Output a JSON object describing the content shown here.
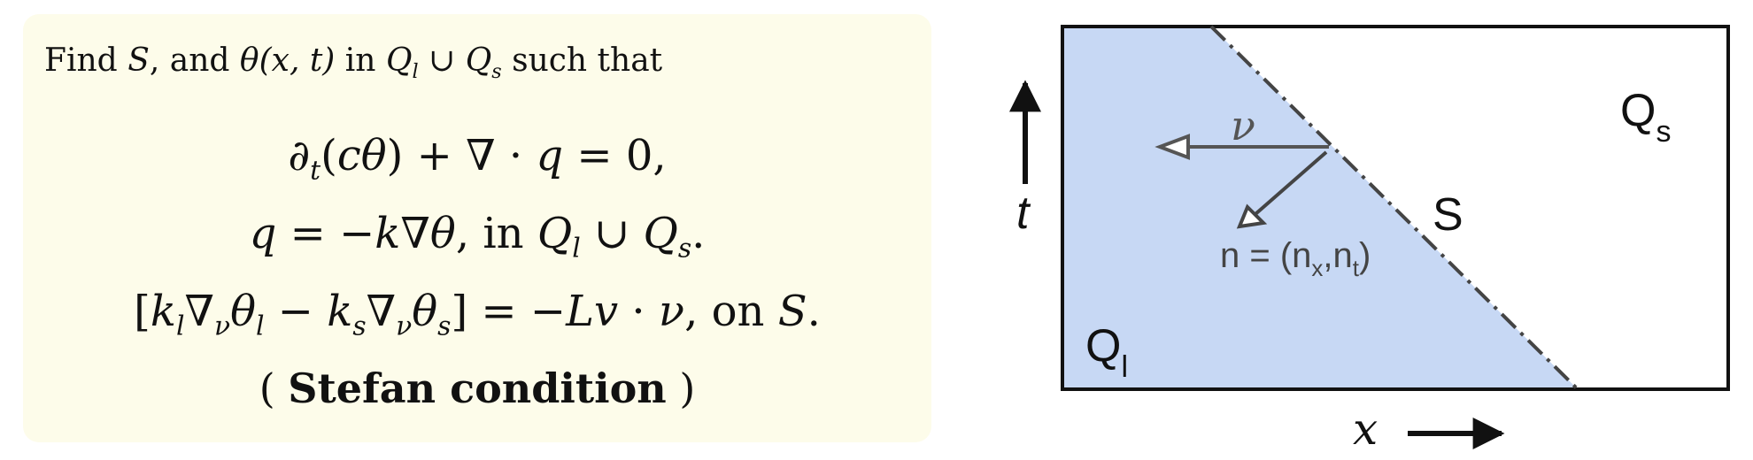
{
  "left_panel": {
    "lead": {
      "find": "Find",
      "s": "S",
      "and": ", and",
      "theta": "θ",
      "args": "(x, t)",
      "in": "in",
      "ql": "Q",
      "ql_sub": "l",
      "cup": "∪",
      "qs": "Q",
      "qs_sub": "s",
      "suffix": "such that"
    },
    "eq1": {
      "partial": "∂",
      "partial_sub": "t",
      "open": "(",
      "c": "c",
      "theta": "θ",
      "close": ")",
      "rest": " + ∇ · ",
      "q": "q",
      "eq": " = 0,"
    },
    "eq2": {
      "q": "q",
      "eq": " = −",
      "k": "k",
      "nabla": "∇",
      "theta": "θ",
      "in": ",  in ",
      "ql": "Q",
      "ql_sub": "l",
      "cup": " ∪ ",
      "qs": "Q",
      "qs_sub": "s",
      "end": "."
    },
    "eq3": {
      "open": "[",
      "kl": "k",
      "kl_sub": "l",
      "nabla1": "∇",
      "nu1": "ν",
      "thetal": "θ",
      "thetal_sub": "l",
      "minus": " − ",
      "ks": "k",
      "ks_sub": "s",
      "nabla2": "∇",
      "nu2": "ν",
      "thetas": "θ",
      "thetas_sub": "s",
      "close": "] = −",
      "L": "L",
      "v": "v",
      "dot": " · ",
      "nu": "ν",
      "on": ",  on ",
      "S": "S",
      "end": "."
    },
    "eq4": {
      "open": "( ",
      "text": "Stefan condition",
      "close": " )"
    }
  },
  "diagram": {
    "t_label": "t",
    "x_label": "x",
    "Qs_label": "Q",
    "Qs_sub": "s",
    "Ql_label": "Q",
    "Ql_sub": "l",
    "S_label": "S",
    "nu_label": "ν",
    "n_label_prefix": "n = (n",
    "n_sub_x": "x",
    "n_comma": ",n",
    "n_sub_t": "t",
    "n_close": ")",
    "fill_color": "#c7d8f4",
    "line_color": "#444444"
  }
}
